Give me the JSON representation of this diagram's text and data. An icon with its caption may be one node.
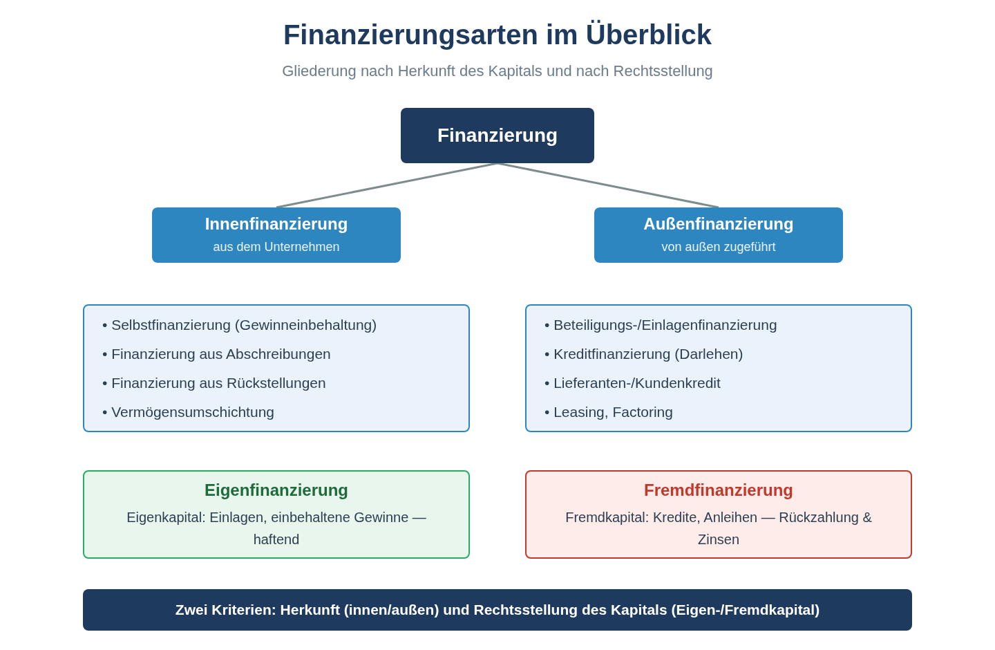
{
  "diagram": {
    "title": "Finanzierungsarten im Überblick",
    "nodes": [
      {
        "text": [
          "Finanzierung"
        ]
      },
      {
        "text": [
          "Innenfinanzierung",
          "aus dem Unternehmen"
        ]
      },
      {
        "text": [
          "Außenfinanzierung",
          "von außen zugeführt"
        ]
      },
      {
        "text": [
          "• Selbstfinanzierung (Gewinneinbehaltung)",
          "• Finanzierung aus Abschreibungen",
          "• Finanzierung aus Rückstellungen",
          "• Vermögensumschichtung"
        ]
      },
      {
        "text": [
          "• Beteiligungs-/Einlagenfinanzierung",
          "• Kreditfinanzierung (Darlehen)",
          "• Lieferanten-/Kundenkredit",
          "• Leasing, Factoring"
        ]
      },
      {
        "text": [
          "Eigenfinanzierung",
          "Eigenkapital: Einlagen, einbehaltene Gewinne — haftend"
        ]
      },
      {
        "text": [
          "Fremdfinanzierung",
          "Fremdkapital: Kredite, Anleihen — Rückzahlung & Zinsen"
        ]
      },
      {
        "text": [
          "Zwei Kriterien: Herkunft (innen/außen) und Rechtsstellung des Kapitals (Eigen-/Fremdkapital)"
        ]
      }
    ],
    "edges": [
      {
        "from": 0,
        "to": 1,
        "arrow": "none"
      },
      {
        "from": 0,
        "to": 2,
        "arrow": "none"
      }
    ],
    "labels": [
      "Gliederung nach Herkunft des Kapitals und nach Rechtsstellung"
    ]
  }
}
